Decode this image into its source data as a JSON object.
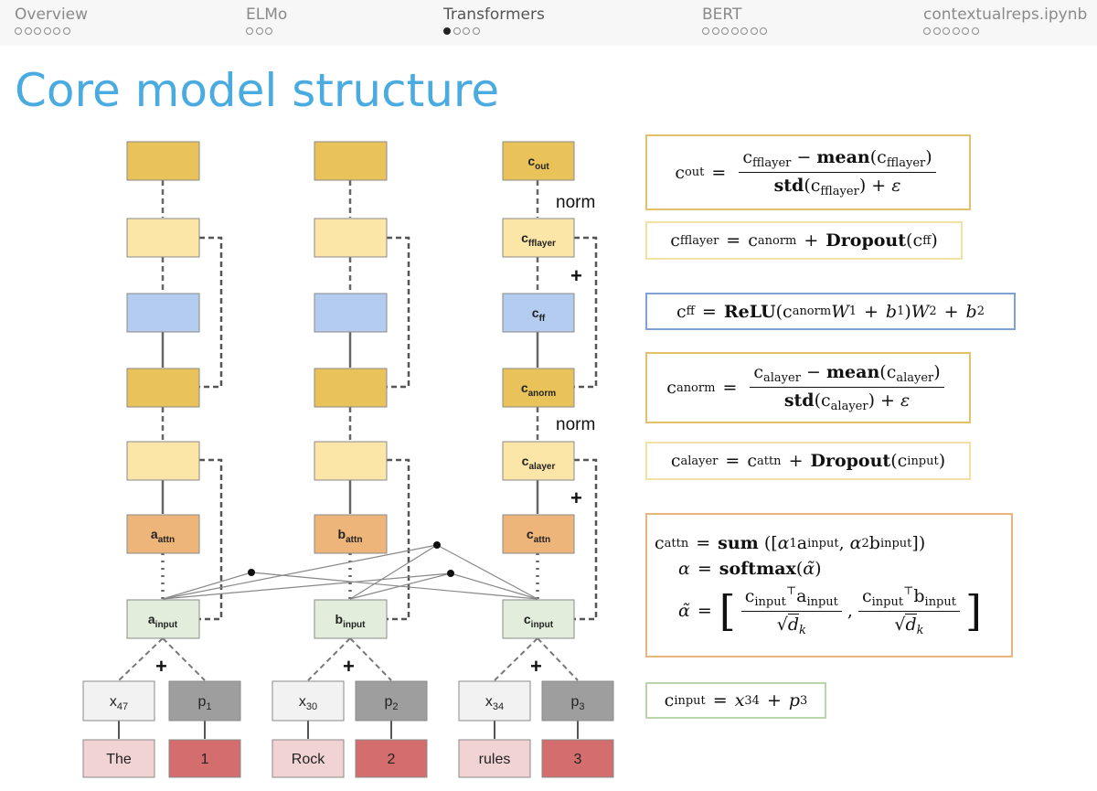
{
  "nav": {
    "sections": [
      {
        "label": "Overview",
        "dots": 6,
        "active_index": -1
      },
      {
        "label": "ELMo",
        "dots": 3,
        "active_index": -1
      },
      {
        "label": "Transformers",
        "dots": 4,
        "active_index": 0
      },
      {
        "label": "BERT",
        "dots": 7,
        "active_index": -1
      },
      {
        "label": "contextualreps.ipynb",
        "dots": 6,
        "active_index": -1
      }
    ]
  },
  "slide": {
    "title": "Core model structure"
  },
  "diagram": {
    "colors": {
      "out": "#e9c35a",
      "ff_layer": "#fbe6a8",
      "ff": "#b4ccef",
      "attn": "#eeb57a",
      "input": "#e2eedb",
      "token": "#f2f2f2",
      "pos": "#9e9e9e",
      "word": "#f1d3d3",
      "index": "#d46e6e"
    },
    "columns": [
      {
        "attn_label": "a",
        "attn_sub": "attn",
        "input_label": "a",
        "input_sub": "input",
        "token": "x",
        "token_sub": "47",
        "pos": "p",
        "pos_sub": "1",
        "word": "The",
        "index": "1"
      },
      {
        "attn_label": "b",
        "attn_sub": "attn",
        "input_label": "b",
        "input_sub": "input",
        "token": "x",
        "token_sub": "30",
        "pos": "p",
        "pos_sub": "2",
        "word": "Rock",
        "index": "2"
      },
      {
        "attn_label": "c",
        "attn_sub": "attn",
        "input_label": "c",
        "input_sub": "input",
        "token": "x",
        "token_sub": "34",
        "pos": "p",
        "pos_sub": "3",
        "word": "rules",
        "index": "3",
        "out_label": "c",
        "out_sub": "out",
        "fflayer_label": "c",
        "fflayer_sub": "fflayer",
        "ff_label": "c",
        "ff_sub": "ff",
        "anorm_label": "c",
        "anorm_sub": "anorm",
        "alayer_label": "c",
        "alayer_sub": "alayer"
      }
    ],
    "annotations": {
      "norm": "norm",
      "plus": "+"
    }
  },
  "equations": {
    "border_colors": {
      "out": "#e3c16a",
      "fflayer": "#f3e1a3",
      "ff": "#7ea3d3",
      "anorm": "#e3c16a",
      "alayer": "#f3e1a3",
      "attn": "#e8b57c",
      "input": "#b9d6ab"
    },
    "out": {
      "c": "c",
      "out": "out",
      "fflayer": "fflayer",
      "minus": "−",
      "mean": "mean",
      "std": "std",
      "plus": "+",
      "eps": "ε",
      "eq": "="
    },
    "fflayer": {
      "c": "c",
      "fflayer": "fflayer",
      "anorm": "anorm",
      "dropout": "Dropout",
      "ff": "ff",
      "eq": "=",
      "plus": "+"
    },
    "ff": {
      "c": "c",
      "ff": "ff",
      "relu": "ReLU",
      "anorm": "anorm",
      "W1": "W",
      "one": "1",
      "b1": "b",
      "W2": "W",
      "two": "2",
      "b2": "b",
      "eq": "=",
      "plus": "+"
    },
    "anorm": {
      "c": "c",
      "anorm": "anorm",
      "alayer": "alayer",
      "minus": "−",
      "mean": "mean",
      "std": "std",
      "plus": "+",
      "eps": "ε",
      "eq": "="
    },
    "alayer": {
      "c": "c",
      "alayer": "alayer",
      "attn": "attn",
      "dropout": "Dropout",
      "input": "input",
      "eq": "=",
      "plus": "+"
    },
    "attn": {
      "c": "c",
      "attn": "attn",
      "sum": "sum",
      "alpha": "α",
      "one": "1",
      "two": "2",
      "a": "a",
      "b": "b",
      "input": "input",
      "softmax": "softmax",
      "alphatilde": "α̃",
      "T": "⊤",
      "dk": "d",
      "k": "k",
      "sqrt": "√",
      "eq": "="
    },
    "input": {
      "c": "c",
      "input": "input",
      "x": "x",
      "x_sub": "34",
      "p": "p",
      "p_sub": "3",
      "eq": "=",
      "plus": "+"
    }
  }
}
